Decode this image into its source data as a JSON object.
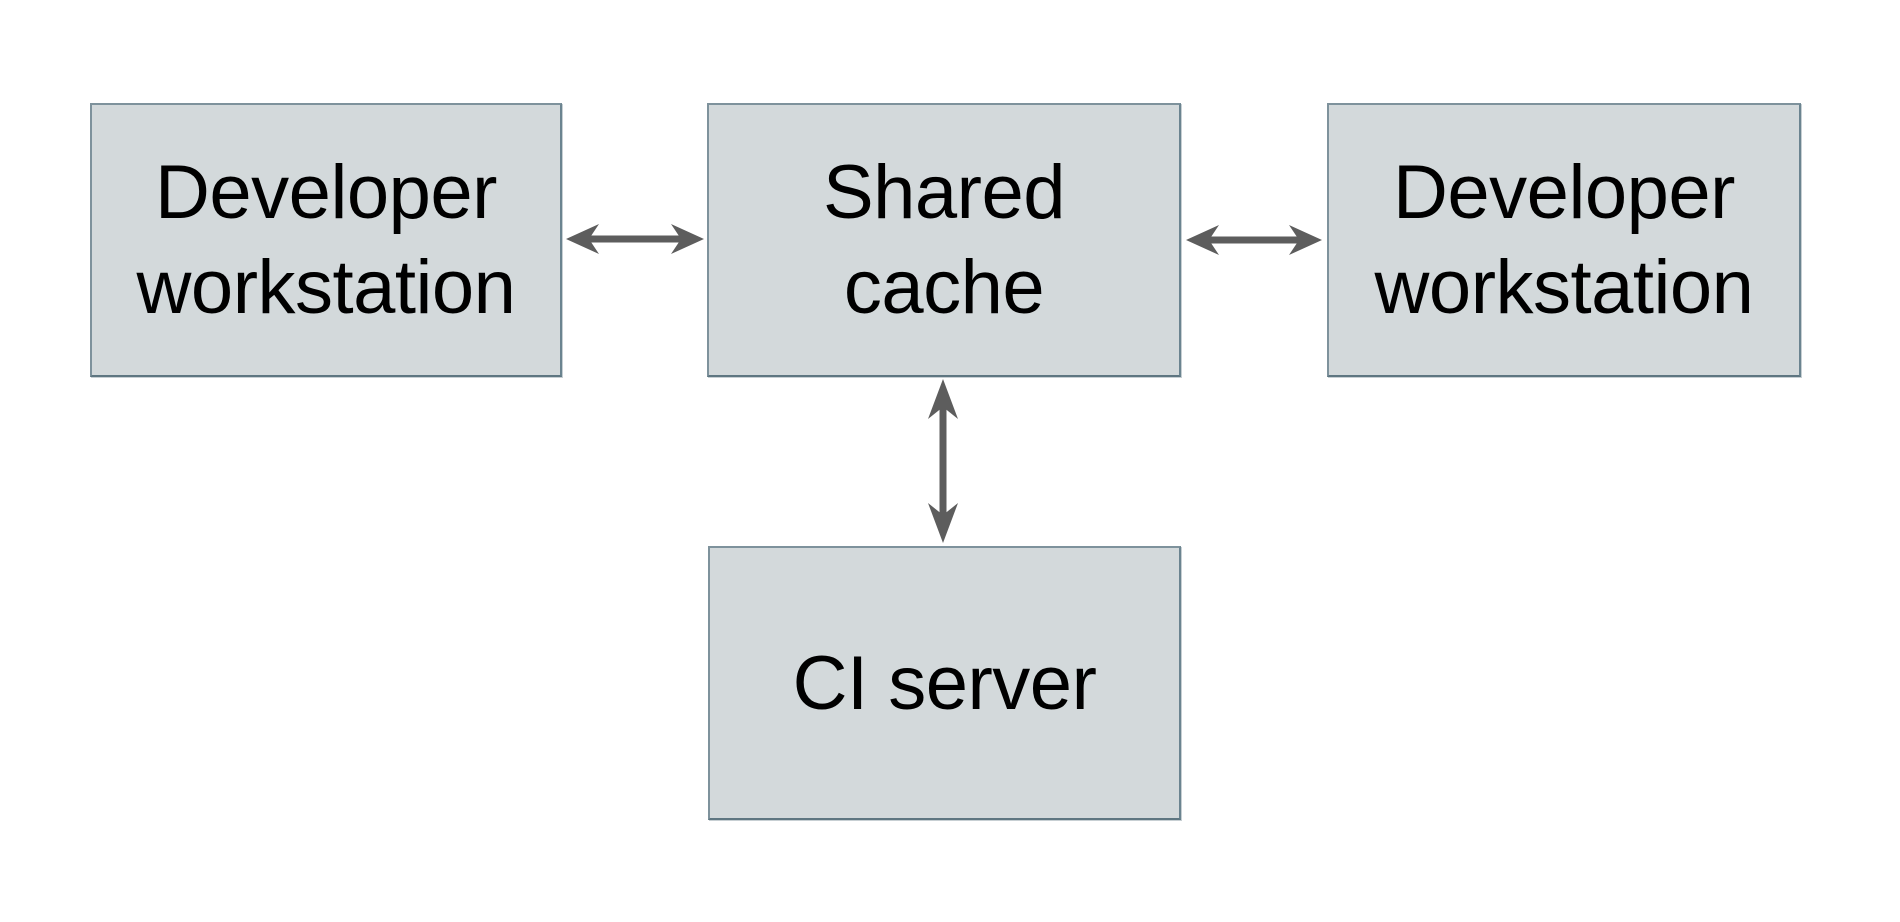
{
  "diagram": {
    "background_color": "#ffffff",
    "node_fill_color": "#d3d9db",
    "node_border_color": "#7e929c",
    "arrow_color": "#5d5d5d",
    "text_color": "#000000",
    "nodes": [
      {
        "id": "developer-workstation-left",
        "label": "Developer workstation"
      },
      {
        "id": "shared-cache",
        "label": "Shared cache"
      },
      {
        "id": "developer-workstation-right",
        "label": "Developer workstation"
      },
      {
        "id": "ci-server",
        "label": "CI server"
      }
    ],
    "edges": [
      {
        "from": "developer-workstation-left",
        "to": "shared-cache",
        "direction": "bidirectional"
      },
      {
        "from": "shared-cache",
        "to": "developer-workstation-right",
        "direction": "bidirectional"
      },
      {
        "from": "shared-cache",
        "to": "ci-server",
        "direction": "bidirectional"
      }
    ]
  }
}
